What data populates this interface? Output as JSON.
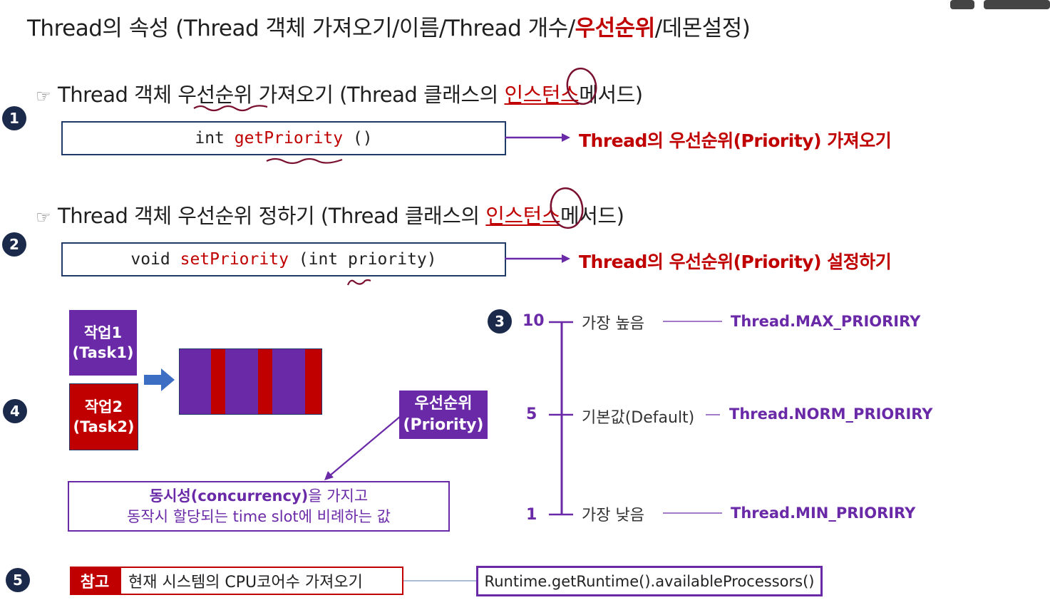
{
  "title": {
    "prefix": "Thread의 속성 (Thread 객체 가져오기/이름/Thread 개수/",
    "highlight": "우선순위",
    "suffix": "/데몬설정)"
  },
  "section1": {
    "badge": "1",
    "heading_prefix": "Thread 객체 우선순위 가져오기 (Thread 클래스의 ",
    "heading_highlight": "인스턴스",
    "heading_suffix": "메서드)",
    "code_type": "int ",
    "code_method": "getPriority",
    "code_args": " ()",
    "description": "Thread의 우선순위(Priority) 가져오기"
  },
  "section2": {
    "badge": "2",
    "heading_prefix": "Thread 객체 우선순위 정하기 (Thread 클래스의 ",
    "heading_highlight": "인스턴스",
    "heading_suffix": "메서드)",
    "code_type": "void ",
    "code_method": "setPriority",
    "code_args": " (int priority)",
    "description": "Thread의 우선순위(Priority) 설정하기"
  },
  "section3": {
    "badge": "3",
    "levels": [
      {
        "value": "10",
        "label": "가장 높음",
        "constant": "Thread.MAX_PRIORIRY"
      },
      {
        "value": "5",
        "label": "기본값(Default)",
        "constant": "Thread.NORM_PRIORIRY"
      },
      {
        "value": "1",
        "label": "가장 낮음",
        "constant": "Thread.MIN_PRIORIRY"
      }
    ]
  },
  "section4": {
    "badge": "4",
    "task1": {
      "line1": "작업1",
      "line2": "(Task1)"
    },
    "task2": {
      "line1": "작업2",
      "line2": "(Task2)"
    },
    "priority_box": {
      "line1": "우선순위",
      "line2": "(Priority)"
    },
    "concurrency": {
      "line1_bold": "동시성(concurrency)",
      "line1_rest": "을 가지고",
      "line2": "동작시 할당되는 time slot에 비례하는 값"
    }
  },
  "section5": {
    "badge": "5",
    "tag": "참고",
    "text": "현재 시스템의 CPU코어수 가져오기",
    "code": "Runtime.getRuntime().availableProcessors()"
  },
  "colors": {
    "accent_red": "#c00000",
    "accent_purple": "#6a2aa8",
    "navy": "#1b2a4a",
    "code_border": "#1f3a68",
    "arrow_blue": "#3c6ec4"
  }
}
